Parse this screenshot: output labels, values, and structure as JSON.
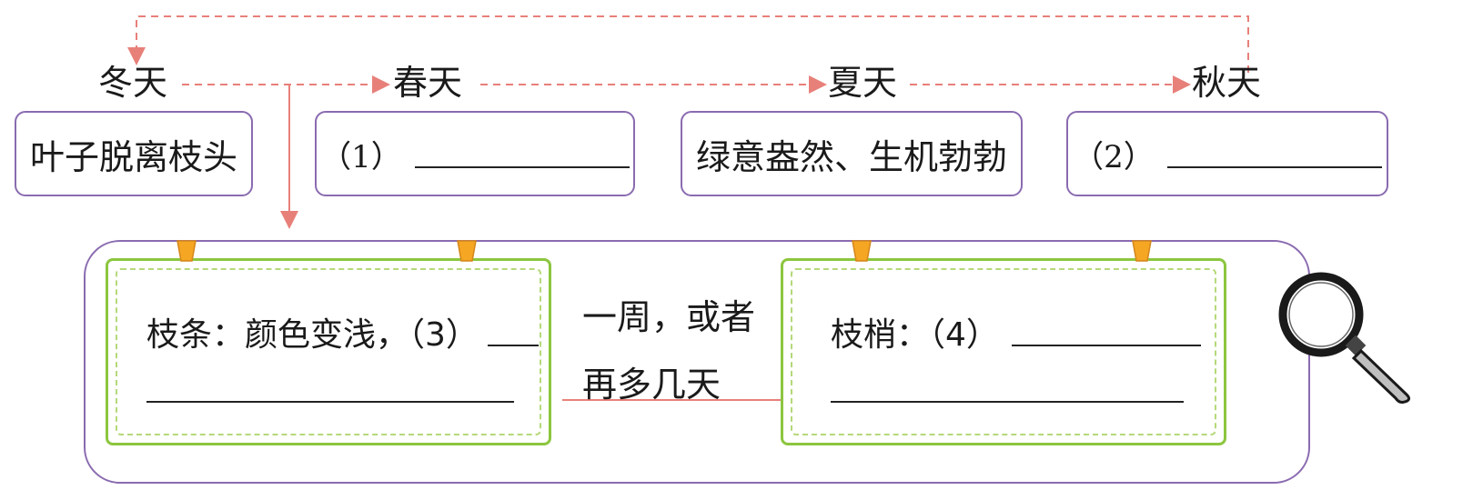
{
  "seasons": {
    "winter": "冬天",
    "spring": "春天",
    "summer": "夏天",
    "autumn": "秋天"
  },
  "boxes": {
    "winter_desc": "叶子脱离枝头",
    "spring_blank_num": "（1）",
    "summer_desc": "绿意盎然、生机勃勃",
    "autumn_blank_num": "（2）"
  },
  "observation": {
    "left_card_line1": "枝条：颜色变浅，（3）",
    "right_card_line1": "枝梢：（4）",
    "interval_line1": "一周，或者",
    "interval_line2": "再多几天"
  },
  "colors": {
    "arrow": "#e8807a",
    "box_border": "#8a6bb0",
    "card_border": "#8cc63f",
    "pin": "#f5a623"
  },
  "icons": {
    "magnifier": "magnifying-glass-icon"
  }
}
